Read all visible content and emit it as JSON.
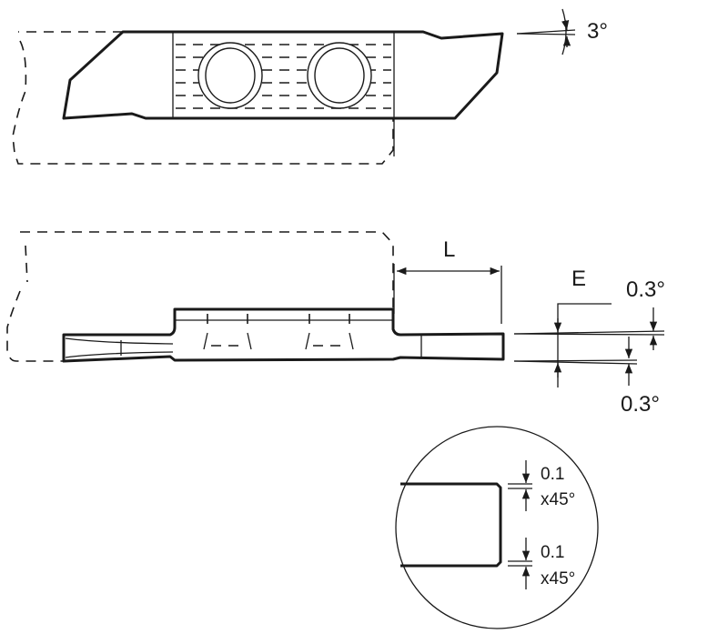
{
  "top_view": {
    "angle_label": "3°"
  },
  "side_view": {
    "length_label": "L",
    "thickness_label": "E",
    "upper_angle_label": "0.3°",
    "lower_angle_label": "0.3°"
  },
  "detail_view": {
    "upper_chamfer_size": "0.1",
    "upper_chamfer_angle": "x45°",
    "lower_chamfer_size": "0.1",
    "lower_chamfer_angle": "x45°"
  },
  "colors": {
    "line": "#1a1a1a",
    "background": "#ffffff"
  }
}
